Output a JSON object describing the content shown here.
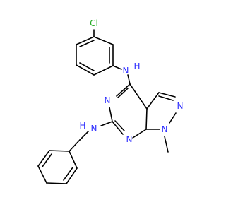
{
  "molecule": {
    "atoms": {
      "cl": "Cl",
      "nh_aryl": "N",
      "nh_aryl_h": "H",
      "n_ring_left": "N",
      "n_pyrazole_top": "N",
      "n_bottom_center": "N",
      "n_methyl": "N",
      "nh_benzyl": "N",
      "nh_benzyl_h": "H"
    },
    "colors": {
      "bond": "#000000",
      "nitrogen": "#2b2bff",
      "chlorine": "#22aa22"
    }
  }
}
